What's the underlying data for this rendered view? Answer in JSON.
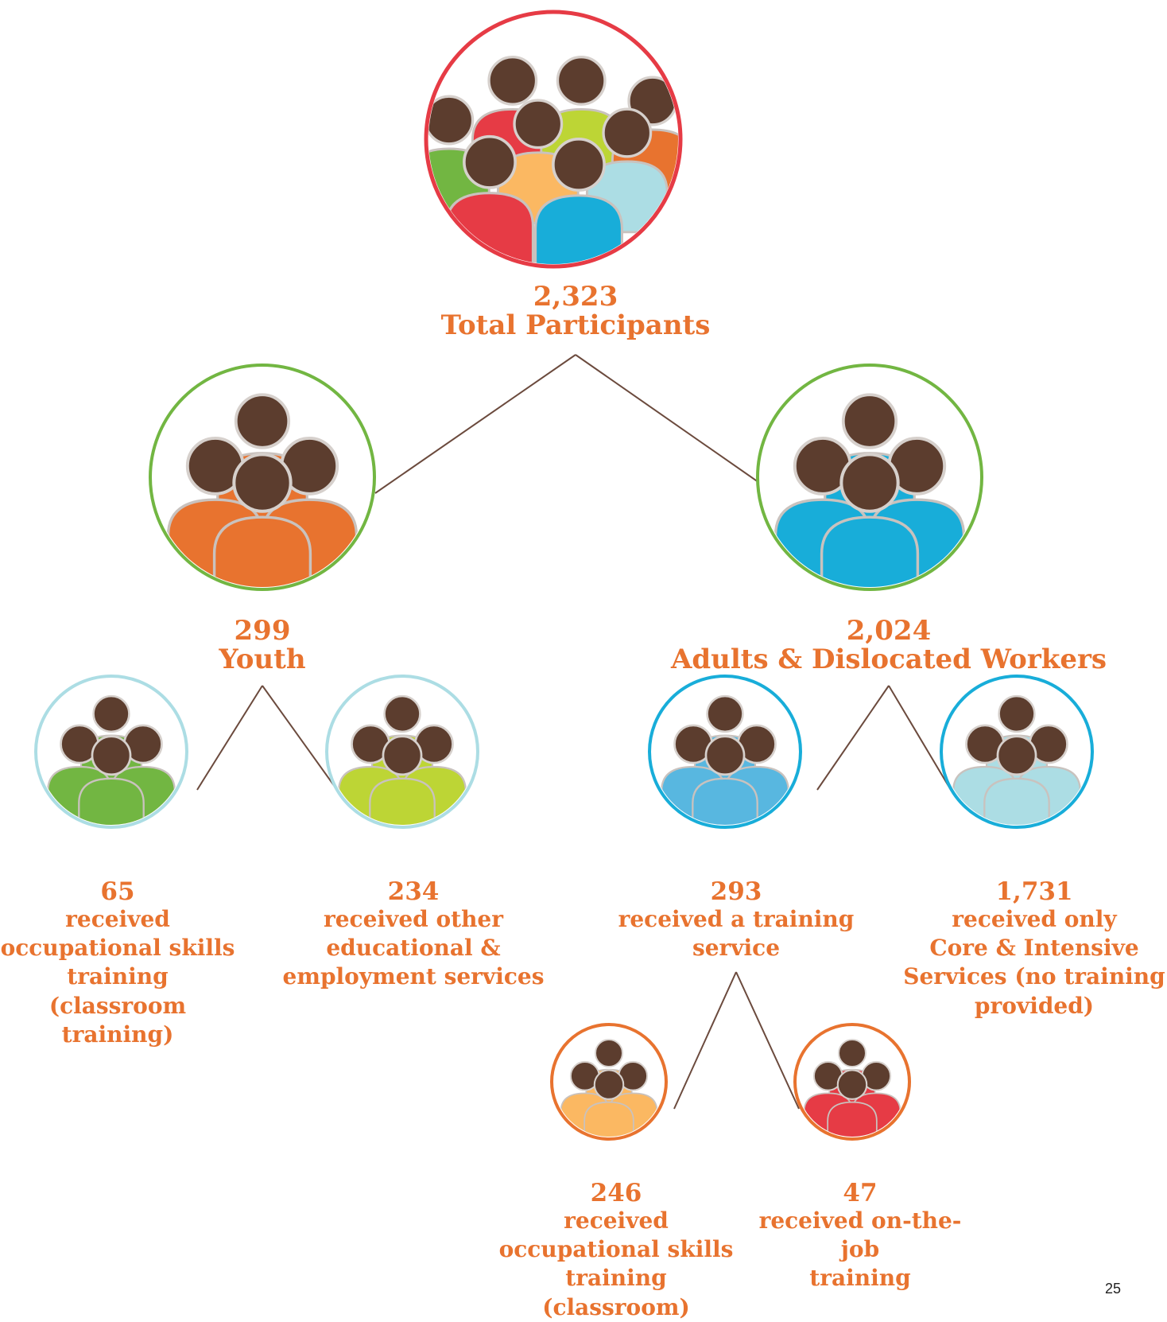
{
  "tree": {
    "total": {
      "count": "2,323",
      "label": "Total Participants",
      "bodies": [
        "#72B642",
        "#E63B45",
        "#BDD535",
        "#FBB862",
        "#E8732F",
        "#ACDDE4",
        "#E63B45",
        "#18ADD9"
      ]
    },
    "youth": {
      "count": "299",
      "label": "Youth",
      "bodies": [
        "#E8732F",
        "#E8732F",
        "#E8732F",
        "#E8732F"
      ]
    },
    "adults": {
      "count": "2,024",
      "label": "Adults & Dislocated Workers",
      "bodies": [
        "#18ADD9",
        "#18ADD9",
        "#18ADD9",
        "#18ADD9"
      ]
    },
    "youth_occ": {
      "count": "65",
      "label": "received\noccupational skills\ntraining (classroom\ntraining)",
      "bodies": [
        "#72B642",
        "#72B642",
        "#72B642",
        "#72B642"
      ]
    },
    "youth_other": {
      "count": "234",
      "label": "received other\neducational &\nemployment services",
      "bodies": [
        "#BDD535",
        "#BDD535",
        "#BDD535",
        "#BDD535"
      ]
    },
    "adults_training": {
      "count": "293",
      "label": "received a training\nservice",
      "bodies": [
        "#58B7E0",
        "#58B7E0",
        "#58B7E0",
        "#58B7E0"
      ]
    },
    "adults_core": {
      "count": "1,731",
      "label": "received only\nCore & Intensive\nServices (no training\nprovided)",
      "bodies": [
        "#ACDDE4",
        "#ACDDE4",
        "#ACDDE4",
        "#ACDDE4"
      ]
    },
    "train_class": {
      "count": "246",
      "label": "received\noccupational skills\ntraining (classroom)",
      "bodies": [
        "#FBB862",
        "#FBB862",
        "#FBB862",
        "#FBB862"
      ]
    },
    "train_ojt": {
      "count": "47",
      "label": "received on-the-job\ntraining",
      "bodies": [
        "#E63B45",
        "#E63B45",
        "#E63B45",
        "#E63B45"
      ]
    }
  },
  "colors": {
    "head": "#5C3D2E",
    "connector": "#6B4A3D",
    "label_text": "#E8732F",
    "ring_total": "#E63B45",
    "ring_level1": "#72B642",
    "ring_youth_children": "#ACDDE4",
    "ring_adult_children": "#18ADD9",
    "ring_training_children": "#E8732F"
  },
  "page_number": "25"
}
